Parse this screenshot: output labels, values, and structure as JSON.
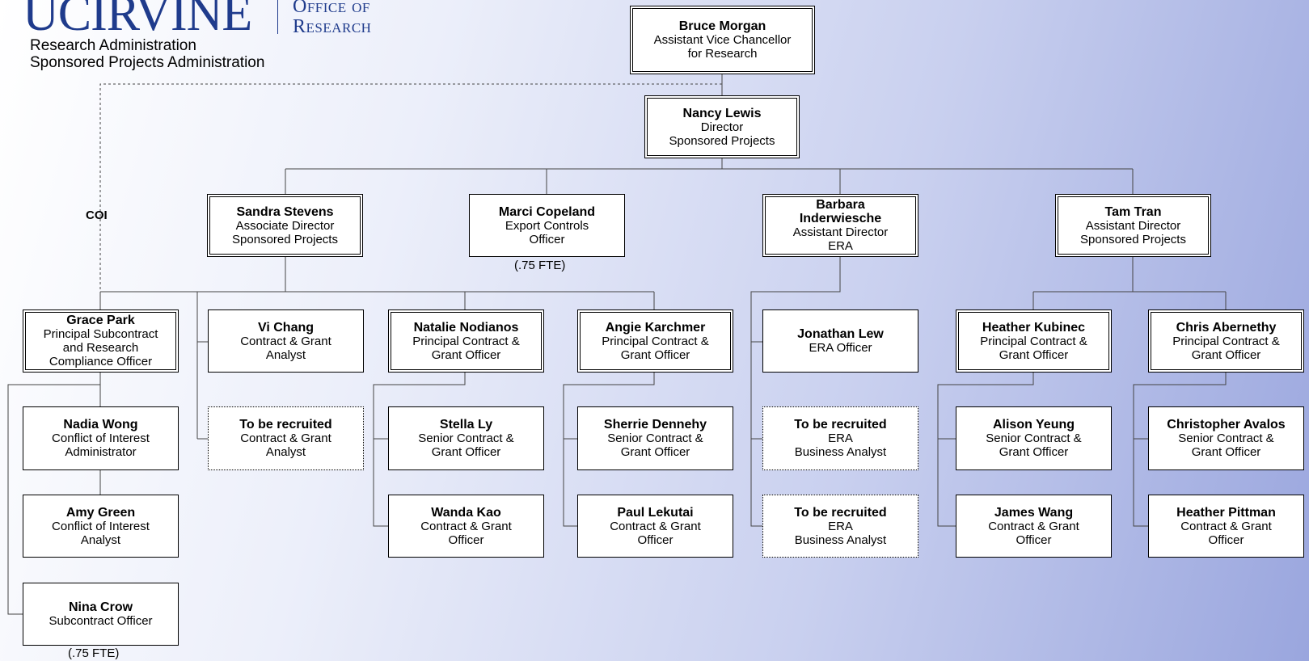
{
  "header": {
    "logo_uci": "UCIRVINE",
    "logo_office_line1": "Office of",
    "logo_office_line2": "Research",
    "subtitle_line1": "Research Administration",
    "subtitle_line2": "Sponsored Projects Administration"
  },
  "coi_label": "COI",
  "fte_note": "(.75 FTE)",
  "people": {
    "bruce": {
      "name": "Bruce Morgan",
      "line1": "Assistant Vice Chancellor",
      "line2": "for Research"
    },
    "nancy": {
      "name": "Nancy Lewis",
      "line1": "Director",
      "line2": "Sponsored Projects"
    },
    "sandra": {
      "name": "Sandra Stevens",
      "line1": "Associate Director",
      "line2": "Sponsored Projects"
    },
    "marci": {
      "name": "Marci Copeland",
      "line1": "Export Controls",
      "line2": "Officer"
    },
    "barbara": {
      "name_line1": "Barbara",
      "name_line2": "Inderwiesche",
      "line1": "Assistant Director",
      "line2": "ERA"
    },
    "tam": {
      "name": "Tam Tran",
      "line1": "Assistant Director",
      "line2": "Sponsored Projects"
    },
    "grace": {
      "name": "Grace Park",
      "line1": "Principal Subcontract",
      "line2": "and Research",
      "line3": "Compliance Officer"
    },
    "vi": {
      "name": "Vi Chang",
      "line1": "Contract & Grant",
      "line2": "Analyst"
    },
    "natalie": {
      "name": "Natalie Nodianos",
      "line1": "Principal Contract &",
      "line2": "Grant Officer"
    },
    "angie": {
      "name": "Angie Karchmer",
      "line1": "Principal Contract &",
      "line2": "Grant Officer"
    },
    "jonathan": {
      "name": "Jonathan Lew",
      "line1": "ERA Officer"
    },
    "heatherk": {
      "name": "Heather Kubinec",
      "line1": "Principal Contract &",
      "line2": "Grant Officer"
    },
    "chris": {
      "name": "Chris Abernethy",
      "line1": "Principal Contract &",
      "line2": "Grant Officer"
    },
    "nadia": {
      "name": "Nadia Wong",
      "line1": "Conflict of Interest",
      "line2": "Administrator"
    },
    "tbr_vi": {
      "name": "To be recruited",
      "line1": "Contract & Grant",
      "line2": "Analyst"
    },
    "stella": {
      "name": "Stella Ly",
      "line1": "Senior Contract &",
      "line2": "Grant Officer"
    },
    "sherrie": {
      "name": "Sherrie Dennehy",
      "line1": "Senior Contract &",
      "line2": "Grant Officer"
    },
    "tbr_era1": {
      "name": "To be recruited",
      "line1": "ERA",
      "line2": "Business Analyst"
    },
    "alison": {
      "name": "Alison Yeung",
      "line1": "Senior Contract &",
      "line2": "Grant Officer"
    },
    "christopher": {
      "name": "Christopher Avalos",
      "line1": "Senior Contract &",
      "line2": "Grant Officer"
    },
    "amy": {
      "name": "Amy Green",
      "line1": "Conflict of Interest",
      "line2": "Analyst"
    },
    "wanda": {
      "name": "Wanda Kao",
      "line1": "Contract & Grant",
      "line2": "Officer"
    },
    "paul": {
      "name": "Paul Lekutai",
      "line1": "Contract & Grant",
      "line2": "Officer"
    },
    "tbr_era2": {
      "name": "To be recruited",
      "line1": "ERA",
      "line2": "Business Analyst"
    },
    "james": {
      "name": "James Wang",
      "line1": "Contract & Grant",
      "line2": "Officer"
    },
    "heatherp": {
      "name": "Heather Pittman",
      "line1": "Contract & Grant",
      "line2": "Officer"
    },
    "nina": {
      "name": "Nina Crow",
      "line1": "Subcontract Officer"
    }
  }
}
